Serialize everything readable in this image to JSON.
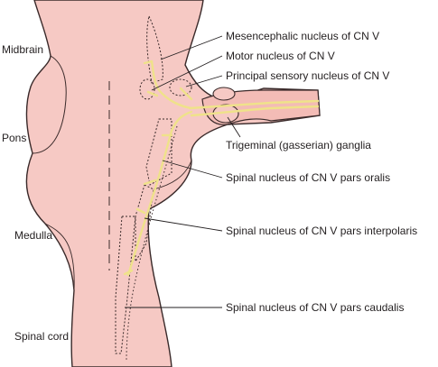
{
  "regions": {
    "midbrain": "Midbrain",
    "pons": "Pons",
    "medulla": "Medulla",
    "spinal_cord": "Spinal cord"
  },
  "structures": {
    "mesencephalic": "Mesencephalic nucleus of CN V",
    "motor": "Motor nucleus of CN V",
    "principal_sensory": "Principal sensory nucleus of CN V",
    "trigeminal_ganglia": "Trigeminal (gasserian) ganglia",
    "pars_oralis": "Spinal nucleus of CN V pars oralis",
    "pars_interpolaris": "Spinal nucleus of CN V pars interpolaris",
    "pars_caudalis": "Spinal nucleus of CN V pars caudalis"
  },
  "colors": {
    "tissue": "#f6c9c4",
    "outline": "#3a2a2a",
    "fiber": "#efe28a",
    "label_text": "#231f20"
  }
}
